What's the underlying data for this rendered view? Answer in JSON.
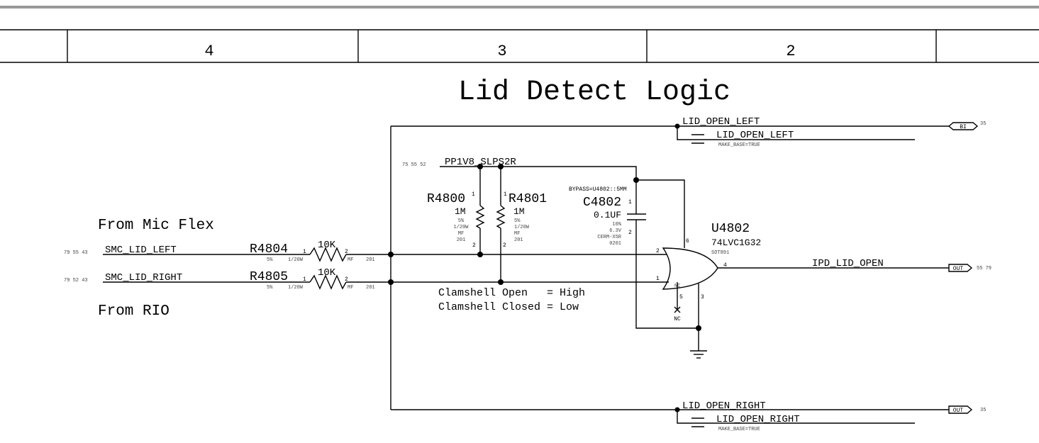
{
  "frame": {
    "columns": [
      "4",
      "3",
      "2"
    ]
  },
  "title": "Lid Detect Logic",
  "notes": {
    "from_mic_flex": "From Mic Flex",
    "from_rio": "From RIO",
    "clamshell_open": "Clamshell Open   = High",
    "clamshell_closed": "Clamshell Closed = Low"
  },
  "nets": {
    "smc_lid_left": {
      "name": "SMC_LID_LEFT",
      "refs": "79 55 43"
    },
    "smc_lid_right": {
      "name": "SMC_LID_RIGHT",
      "refs": "79 52 43"
    },
    "pp1v8": {
      "name": "PP1V8_SLPS2R",
      "refs": "75 55 52"
    },
    "lid_open_left": {
      "name": "LID_OPEN_LEFT",
      "alias": "LID_OPEN_LEFT",
      "prop": "MAKE_BASE=TRUE",
      "flag": "BI",
      "refs": "35"
    },
    "lid_open_right": {
      "name": "LID_OPEN_RIGHT",
      "alias": "LID_OPEN_RIGHT",
      "prop": "MAKE_BASE=TRUE",
      "flag": "OUT",
      "refs": "35"
    },
    "ipd_lid_open": {
      "name": "IPD_LID_OPEN",
      "flag": "OUT",
      "refs": "55 79"
    }
  },
  "components": {
    "r4804": {
      "ref": "R4804",
      "value": "10K",
      "tol": "5%",
      "power": "1/20W",
      "type": "MF",
      "size": "201",
      "pin1": "1",
      "pin2": "2"
    },
    "r4805": {
      "ref": "R4805",
      "value": "10K",
      "tol": "5%",
      "power": "1/20W",
      "type": "MF",
      "size": "201",
      "pin1": "1",
      "pin2": "2"
    },
    "r4800": {
      "ref": "R4800",
      "value": "1M",
      "tol": "5%",
      "power": "1/20W",
      "type": "MF",
      "size": "201",
      "pin1": "1",
      "pin2": "2"
    },
    "r4801": {
      "ref": "R4801",
      "value": "1M",
      "tol": "5%",
      "power": "1/20W",
      "type": "MF",
      "size": "201",
      "pin1": "1",
      "pin2": "2"
    },
    "c4802": {
      "ref": "C4802",
      "value": "0.1UF",
      "bypass": "BYPASS=U4802::5MM",
      "tol": "10%",
      "voltage": "6.3V",
      "dielectric": "CERM-X5R",
      "size": "0201",
      "pin1": "1",
      "pin2": "2"
    },
    "u4802": {
      "ref": "U4802",
      "part": "74LVC1G32",
      "package": "SOT891",
      "pins": {
        "p1": "1",
        "p2": "2",
        "p3": "3",
        "p4": "4",
        "p5": "5",
        "p6": "6"
      },
      "nc_inner": "NC",
      "nc": "NC"
    }
  }
}
